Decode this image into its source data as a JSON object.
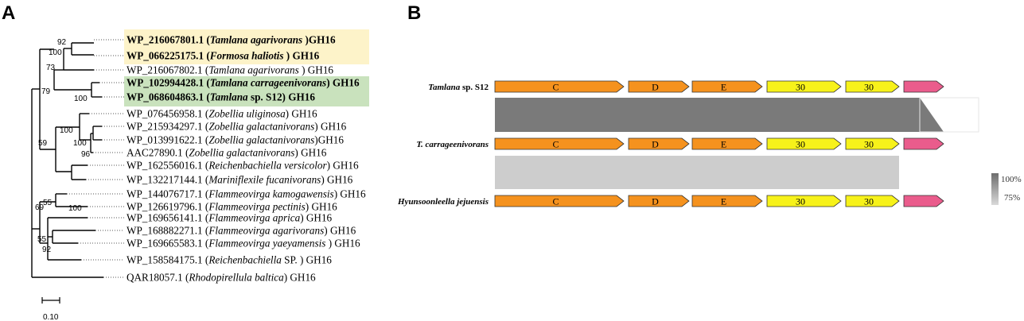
{
  "panel_a": {
    "letter": "A",
    "highlight_colors": {
      "yellow": "#fdf3c9",
      "green": "#c9e2bd"
    },
    "leaves": [
      {
        "acc": "WP_216067801.1 (",
        "sp": "Tamlana agarivorans",
        "suffix": " )GH16",
        "bold": true
      },
      {
        "acc": "WP_066225175.1 (",
        "sp": "Formosa haliotis",
        "suffix": " ) GH16",
        "bold": true
      },
      {
        "acc": "WP_216067802.1 (",
        "sp": "Tamlana agarivorans",
        "suffix": " ) GH16",
        "bold": false
      },
      {
        "acc": "WP_102994428.1 (",
        "sp": "Tamlana carrageenivorans",
        "suffix": ") GH16",
        "bold": true
      },
      {
        "acc": "WP_068604863.1 (",
        "sp": "Tamlana",
        "suffix": " sp. S12) GH16",
        "bold": true
      },
      {
        "acc": "WP_076456958.1 (",
        "sp": "Zobellia uliginosa",
        "suffix": ") GH16",
        "bold": false
      },
      {
        "acc": "WP_215934297.1 (",
        "sp": "Zobellia galactanivorans",
        "suffix": ") GH16",
        "bold": false
      },
      {
        "acc": "WP_013991622.1 (",
        "sp": "Zobellia galactanivorans",
        "suffix": ")GH16",
        "bold": false
      },
      {
        "acc": "AAC27890.1 (",
        "sp": "Zobellia galactanivorans",
        "suffix": ") GH16",
        "bold": false
      },
      {
        "acc": "WP_162556016.1 (",
        "sp": "Reichenbachiella versicolor",
        "suffix": ") GH16",
        "bold": false
      },
      {
        "acc": "WP_132217144.1 (",
        "sp": "Mariniflexile fucanivorans",
        "suffix": ") GH16",
        "bold": false
      },
      {
        "acc": "WP_144076717.1 (",
        "sp": "Flammeovirga kamogawensis",
        "suffix": ") GH16",
        "bold": false
      },
      {
        "acc": "WP_126619796.1 (",
        "sp": "Flammeovirga pectinis",
        "suffix": ") GH16",
        "bold": false
      },
      {
        "acc": "WP_169656141.1 (",
        "sp": "Flammeovirga aprica",
        "suffix": ") GH16",
        "bold": false
      },
      {
        "acc": "WP_168882271.1 (",
        "sp": "Flammeovirga agarivorans",
        "suffix": ") GH16",
        "bold": false
      },
      {
        "acc": "WP_169665583.1 (",
        "sp": "Flammeovirga yaeyamensis",
        "suffix": " ) GH16",
        "bold": false
      },
      {
        "acc": "WP_158584175.1 (",
        "sp": "Reichenbachiella",
        "suffix": " SP. ) GH16",
        "bold": false
      },
      {
        "acc": "QAR18057.1 (",
        "sp": "Rhodopirellula baltica",
        "suffix": ") GH16",
        "bold": false
      }
    ],
    "bootstrap_values": [
      "92",
      "100",
      "73",
      "79",
      "100",
      "100",
      "100",
      "96",
      "59",
      "55",
      "69",
      "100",
      "55",
      "92"
    ],
    "scale_label": "0.10"
  },
  "panel_b": {
    "letter": "B",
    "gene_colors": {
      "orange": "#f5921e",
      "yellow": "#f7f21a",
      "pink": "#ea5c8c"
    },
    "organisms": [
      {
        "prefix": "Tamlana",
        "suffix": " sp. S12"
      },
      {
        "prefix": "T. carrageenivorans",
        "suffix": ""
      },
      {
        "prefix": "Hyunsoonleella jejuensis",
        "suffix": ""
      }
    ],
    "gene_labels": [
      "C",
      "D",
      "E",
      "30",
      "30",
      ""
    ],
    "identity_colors": {
      "dark": "#7a7a7a",
      "light": "#cdcdcd"
    },
    "legend": {
      "max": "100%",
      "min": "75%"
    }
  }
}
